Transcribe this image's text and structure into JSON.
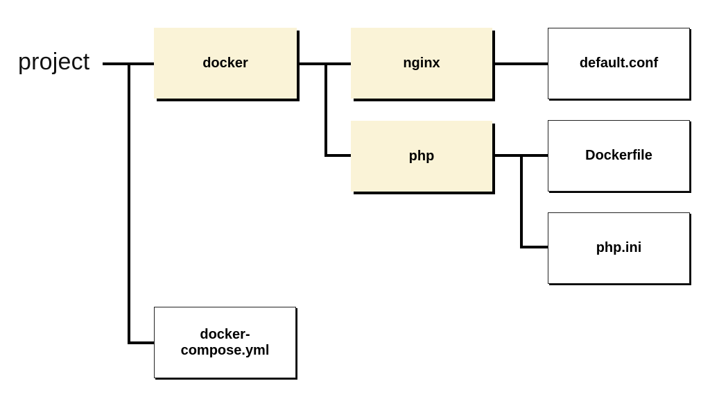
{
  "root": {
    "label": "project"
  },
  "nodes": {
    "docker": "docker",
    "nginx": "nginx",
    "php": "php",
    "default_conf": "default.conf",
    "dockerfile": "Dockerfile",
    "php_ini": "php.ini",
    "compose": "docker-\ncompose.yml"
  },
  "colors": {
    "folder_fill": "#faf3d7",
    "file_fill": "#ffffff",
    "connector": "#000000"
  }
}
